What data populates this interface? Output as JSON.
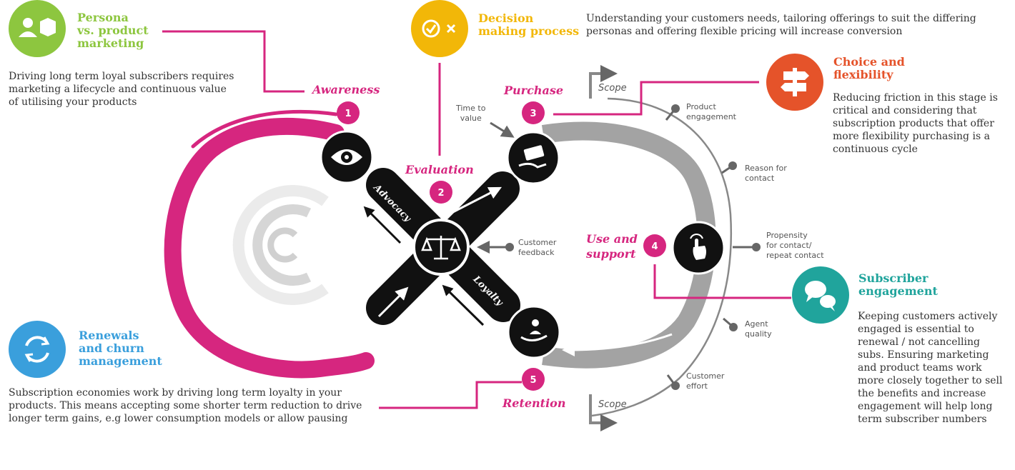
{
  "colors": {
    "magenta": "#d6267f",
    "green": "#8dc63f",
    "yellow": "#f2b708",
    "orange": "#e5532a",
    "teal": "#20a49c",
    "blue": "#3a9fdc",
    "grey_loop": "#a3a3a3",
    "dark": "#111111"
  },
  "icons": {
    "persona": "user-and-box-icon",
    "decision": "check-and-cross-icon",
    "choice": "signpost-icon",
    "subscriber": "speech-bubbles-icon",
    "renewals": "refresh-arrows-icon",
    "awareness": "eye-icon",
    "evaluation": "scales-icon",
    "purchase": "card-in-hand-icon",
    "use": "tapping-hand-icon",
    "retention": "person-in-hand-icon"
  },
  "callouts": {
    "persona": {
      "title_lines": [
        "Persona",
        "vs. product",
        "marketing"
      ],
      "text_lines": [
        "Driving long term loyal subscribers requires",
        "marketing a lifecycle and continuous value",
        "of utilising your products"
      ]
    },
    "decision": {
      "title_lines": [
        "Decision",
        "making process"
      ],
      "text_lines": [
        "Understanding your customers needs, tailoring offerings to suit the differing",
        "personas and offering flexible pricing will increase conversion"
      ]
    },
    "choice": {
      "title_lines": [
        "Choice and",
        "flexibility"
      ],
      "text_lines": [
        "Reducing friction in this stage is",
        "critical and considering that",
        "subscription products that offer",
        "more flexibility purchasing is a",
        "continuous cycle"
      ]
    },
    "subscriber": {
      "title_lines": [
        "Subscriber",
        "engagement"
      ],
      "text_lines": [
        "Keeping customers actively",
        "engaged is essential to",
        "renewal / not cancelling",
        "subs. Ensuring marketing",
        "and product teams work",
        "more closely together to sell",
        "the benefits and increase",
        "engagement will help long",
        "term subscriber numbers"
      ]
    },
    "renewals": {
      "title_lines": [
        "Renewals",
        "and churn",
        "management"
      ],
      "text_lines": [
        "Subscription economies work by driving long term loyalty in your",
        "products. This means accepting some shorter term reduction to drive",
        "longer term gains, e.g lower consumption models or allow pausing"
      ]
    }
  },
  "stages": [
    {
      "number": "1",
      "label": "Awareness"
    },
    {
      "number": "2",
      "label": "Evaluation"
    },
    {
      "number": "3",
      "label": "Purchase"
    },
    {
      "number": "4",
      "label_lines": [
        "Use and",
        "support"
      ]
    },
    {
      "number": "5",
      "label": "Retention"
    }
  ],
  "diagonal_labels": {
    "advocacy": "Advocacy",
    "loyalty": "Loyalty"
  },
  "side_labels": {
    "time_to_value": [
      "Time to",
      "value"
    ],
    "customer_feedback": [
      "Customer",
      "feedback"
    ],
    "product_engagement": [
      "Product",
      "engagement"
    ],
    "reason_for_contact": [
      "Reason for",
      "contact"
    ],
    "propensity": [
      "Propensity",
      "for contact/",
      "repeat contact"
    ],
    "agent_quality": [
      "Agent",
      "quality"
    ],
    "customer_effort": [
      "Customer",
      "effort"
    ]
  },
  "scope": {
    "top": "Scope",
    "bottom": "Scope"
  }
}
